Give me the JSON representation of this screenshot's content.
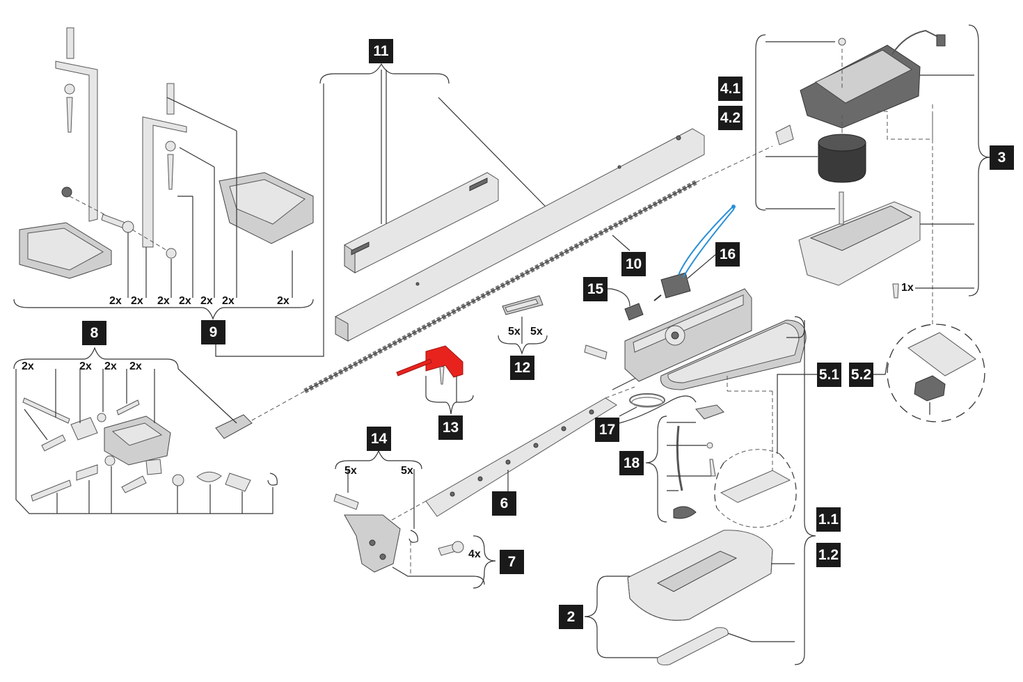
{
  "callouts": {
    "c11": "11",
    "c9": "9",
    "c8": "8",
    "c13": "13",
    "c12": "12",
    "c14": "14",
    "c6": "6",
    "c7": "7",
    "c10": "10",
    "c15": "15",
    "c16": "16",
    "c17": "17",
    "c18": "18",
    "c4_1": "4.1",
    "c4_2": "4.2",
    "c3": "3",
    "c5_1": "5.1",
    "c5_2": "5.2",
    "c1_1": "1.1",
    "c1_2": "1.2",
    "c2": "2"
  },
  "quantities": {
    "g9": [
      "2x",
      "2x",
      "2x",
      "2x",
      "2x",
      "2x",
      "2x"
    ],
    "g8": [
      "2x",
      "2x",
      "2x",
      "2x"
    ],
    "g12": [
      "5x",
      "5x"
    ],
    "g14": [
      "5x",
      "5x"
    ],
    "g7": "4x",
    "g3": "1x"
  },
  "colors": {
    "highlight_part": "#e8231d",
    "callout_bg": "#1a1a1a",
    "cable": "#2b8fd6"
  }
}
